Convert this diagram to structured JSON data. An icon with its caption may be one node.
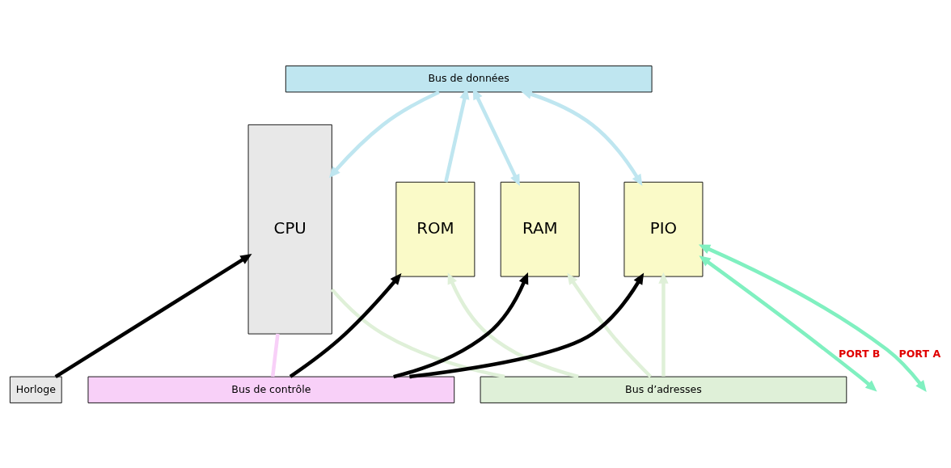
{
  "diagram": {
    "nodes": [
      {
        "text": [
          "CPU"
        ]
      },
      {
        "text": [
          "ROM"
        ]
      },
      {
        "text": [
          "RAM"
        ]
      },
      {
        "text": [
          "PIO"
        ]
      },
      {
        "text": [
          "Horloge"
        ]
      },
      {
        "text": [
          "Bus de données"
        ]
      },
      {
        "text": [
          "Bus d’adresses"
        ]
      },
      {
        "text": [
          "Bus de contrôle"
        ]
      }
    ],
    "edges": [
      {
        "from": 5,
        "to": 0,
        "arrow": "to",
        "color": "#bfe6f0"
      },
      {
        "from": 1,
        "to": 5,
        "arrow": "to",
        "color": "#bfe6f0"
      },
      {
        "from": 2,
        "to": 5,
        "arrow": "both",
        "color": "#bfe6f0"
      },
      {
        "from": 3,
        "to": 5,
        "arrow": "both",
        "color": "#bfe6f0"
      },
      {
        "from": 0,
        "to": 6,
        "arrow": "none",
        "color": "#dff0d8"
      },
      {
        "from": 6,
        "to": 1,
        "arrow": "to",
        "color": "#dff0d8"
      },
      {
        "from": 6,
        "to": 2,
        "arrow": "to",
        "color": "#dff0d8"
      },
      {
        "from": 6,
        "to": 3,
        "arrow": "to",
        "color": "#dff0d8"
      },
      {
        "from": 0,
        "to": 7,
        "arrow": "none",
        "color": "#f8d0f8"
      },
      {
        "from": 7,
        "to": 1,
        "arrow": "to",
        "color": "#000000"
      },
      {
        "from": 7,
        "to": 2,
        "arrow": "to",
        "color": "#000000"
      },
      {
        "from": 7,
        "to": 3,
        "arrow": "to",
        "color": "#000000"
      },
      {
        "from": 4,
        "to": 0,
        "arrow": "to",
        "color": "#000000"
      },
      {
        "from": 3,
        "to": null,
        "arrow": "both",
        "label": "PORT A",
        "color": "#80f0c0"
      },
      {
        "from": 3,
        "to": null,
        "arrow": "both",
        "label": "PORT B",
        "color": "#80f0c0"
      }
    ]
  }
}
